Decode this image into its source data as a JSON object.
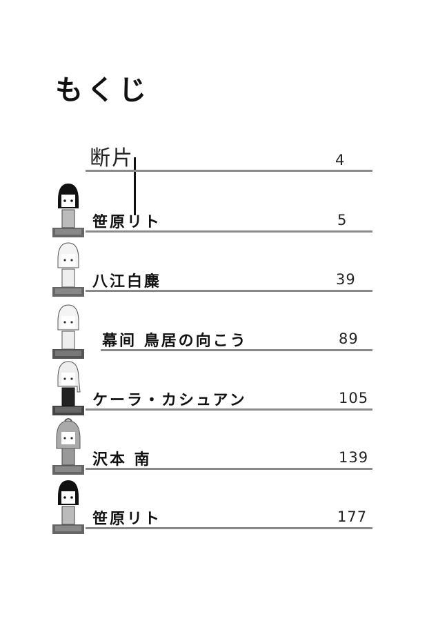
{
  "title": "もくじ",
  "entries": [
    {
      "label": "断片",
      "page": "4"
    },
    {
      "label": "笹原リト",
      "page": "5"
    },
    {
      "label": "八江白麋",
      "page": "39"
    },
    {
      "label": "幕间 鳥居の向こう",
      "page": "89"
    },
    {
      "label": "ケーラ・カシュアン",
      "page": "105"
    },
    {
      "label": "沢本 南",
      "page": "139"
    },
    {
      "label": "笹原リト",
      "page": "177"
    }
  ]
}
